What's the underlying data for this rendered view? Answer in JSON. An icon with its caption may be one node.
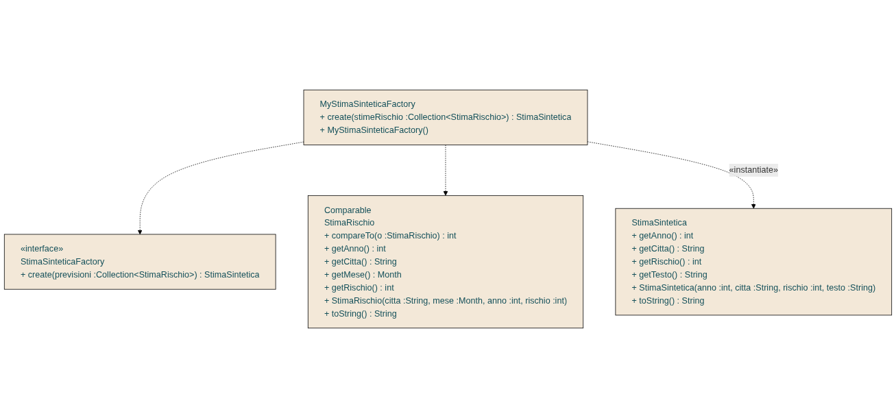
{
  "diagram": {
    "nodes": [
      {
        "text": [
          "«interface»",
          "StimaSinteticaFactory",
          "+ create(previsioni :Collection<StimaRischio>) : StimaSintetica"
        ]
      },
      {
        "text": [
          "Comparable",
          "StimaRischio",
          "+ compareTo(o :StimaRischio) : int",
          "+ getAnno() : int",
          "+ getCitta() : String",
          "+ getMese() : Month",
          "+ getRischio() : int",
          "+ StimaRischio(citta :String, mese :Month, anno :int, rischio :int)",
          "+ toString() : String"
        ]
      },
      {
        "text": [
          "MyStimaSinteticaFactory",
          "+ create(stimeRischio :Collection<StimaRischio>) : StimaSintetica",
          "+ MyStimaSinteticaFactory()"
        ]
      },
      {
        "text": [
          "StimaSintetica",
          "+ getAnno() : int",
          "+ getCitta() : String",
          "+ getRischio() : int",
          "+ getTesto() : String",
          "+ StimaSintetica(anno :int, citta :String, rischio :int, testo :String)",
          "+ toString() : String"
        ]
      }
    ],
    "edges": [
      {
        "from": 2,
        "to": 0,
        "arrow": "to",
        "style": "dashed"
      },
      {
        "from": 2,
        "to": 1,
        "arrow": "to",
        "style": "dashed"
      },
      {
        "from": 2,
        "to": 3,
        "arrow": "to",
        "style": "dashed",
        "label": "«instantiate»"
      }
    ]
  }
}
